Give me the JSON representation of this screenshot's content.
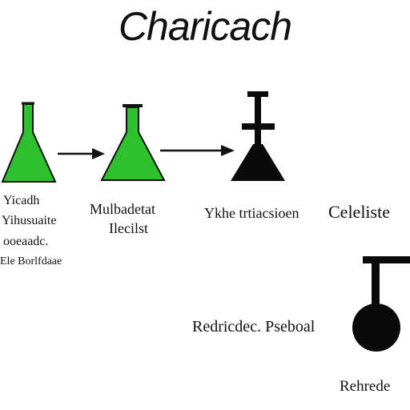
{
  "title": "Charicach",
  "colors": {
    "flask_green": "#2dc22d",
    "outline": "#111111",
    "apparatus": "#0a0a0a"
  },
  "icons": [
    "conical-flask-icon",
    "conical-flask-icon",
    "separatory-apparatus-icon",
    "round-bottom-flask-icon",
    "arrow-right-icon"
  ],
  "labels": {
    "flask1_lines": [
      "Yicadh",
      "Yihusuaite",
      "ooeaadc.",
      "Ele Borlfdaae"
    ],
    "flask2_lines": [
      "Mulbadetat",
      "Ilecilst"
    ],
    "apparatus_text": "Ykhe trtiacsioen",
    "right_text": "Celeliste",
    "reaction_text": "Redricdec. Pseboal",
    "bottom_text": "Rehrede"
  }
}
